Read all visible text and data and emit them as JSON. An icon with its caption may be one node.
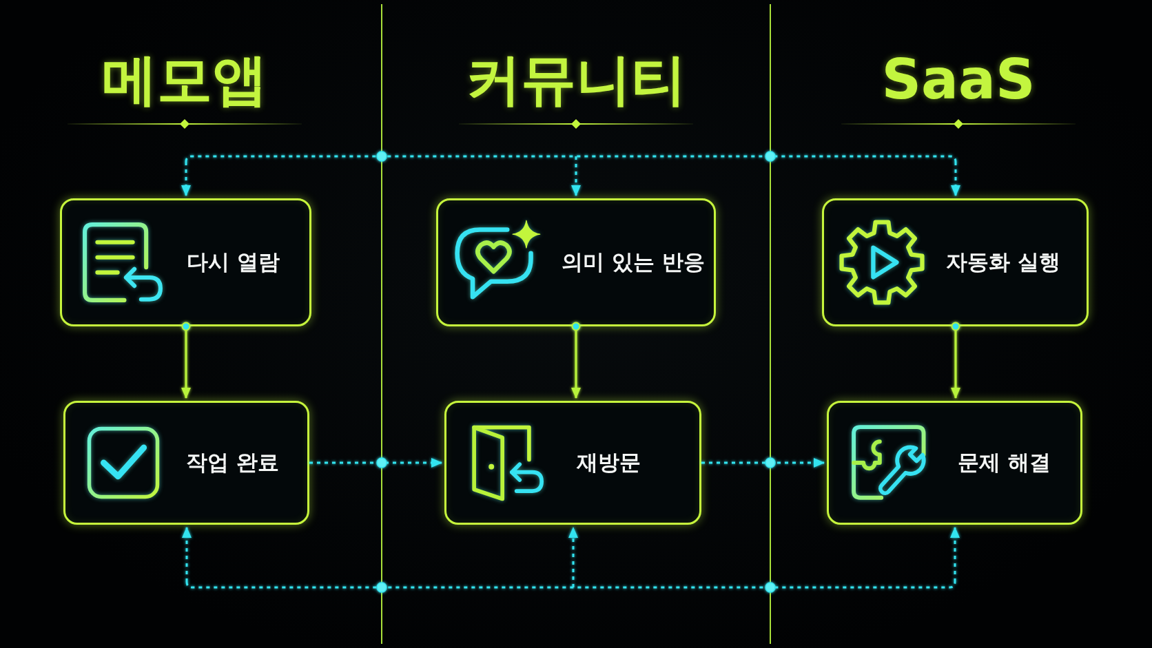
{
  "diagram": {
    "nodes": [
      {
        "text": [
          "메모앱"
        ]
      },
      {
        "text": [
          "다시 열람"
        ],
        "in": 0
      },
      {
        "text": [
          "작업 완료"
        ],
        "in": 0
      },
      {
        "text": [
          "커뮤니티"
        ]
      },
      {
        "text": [
          "의미 있는 반응"
        ],
        "in": 3
      },
      {
        "text": [
          "재방문"
        ],
        "in": 3
      },
      {
        "text": [
          "SaaS"
        ]
      },
      {
        "text": [
          "자동화 실행"
        ],
        "in": 6
      },
      {
        "text": [
          "문제 해결"
        ],
        "in": 6
      }
    ],
    "edges": [
      {
        "from": null,
        "to": 1,
        "arrow": "to",
        "style": "dashed"
      },
      {
        "from": null,
        "to": 4,
        "arrow": "to",
        "style": "dashed"
      },
      {
        "from": null,
        "to": 7,
        "arrow": "to",
        "style": "dashed"
      },
      {
        "from": 1,
        "to": 2,
        "arrow": "to",
        "color": "#b8f23a"
      },
      {
        "from": 4,
        "to": 5,
        "arrow": "to",
        "color": "#b8f23a"
      },
      {
        "from": 7,
        "to": 8,
        "arrow": "to",
        "color": "#b8f23a"
      },
      {
        "from": 2,
        "to": 5,
        "arrow": "to",
        "style": "dashed"
      },
      {
        "from": 5,
        "to": 8,
        "arrow": "to",
        "style": "dashed"
      },
      {
        "from": null,
        "to": 2,
        "arrow": "to",
        "style": "dashed"
      },
      {
        "from": null,
        "to": 5,
        "arrow": "to",
        "style": "dashed"
      },
      {
        "from": null,
        "to": 8,
        "arrow": "to",
        "style": "dashed"
      }
    ]
  }
}
